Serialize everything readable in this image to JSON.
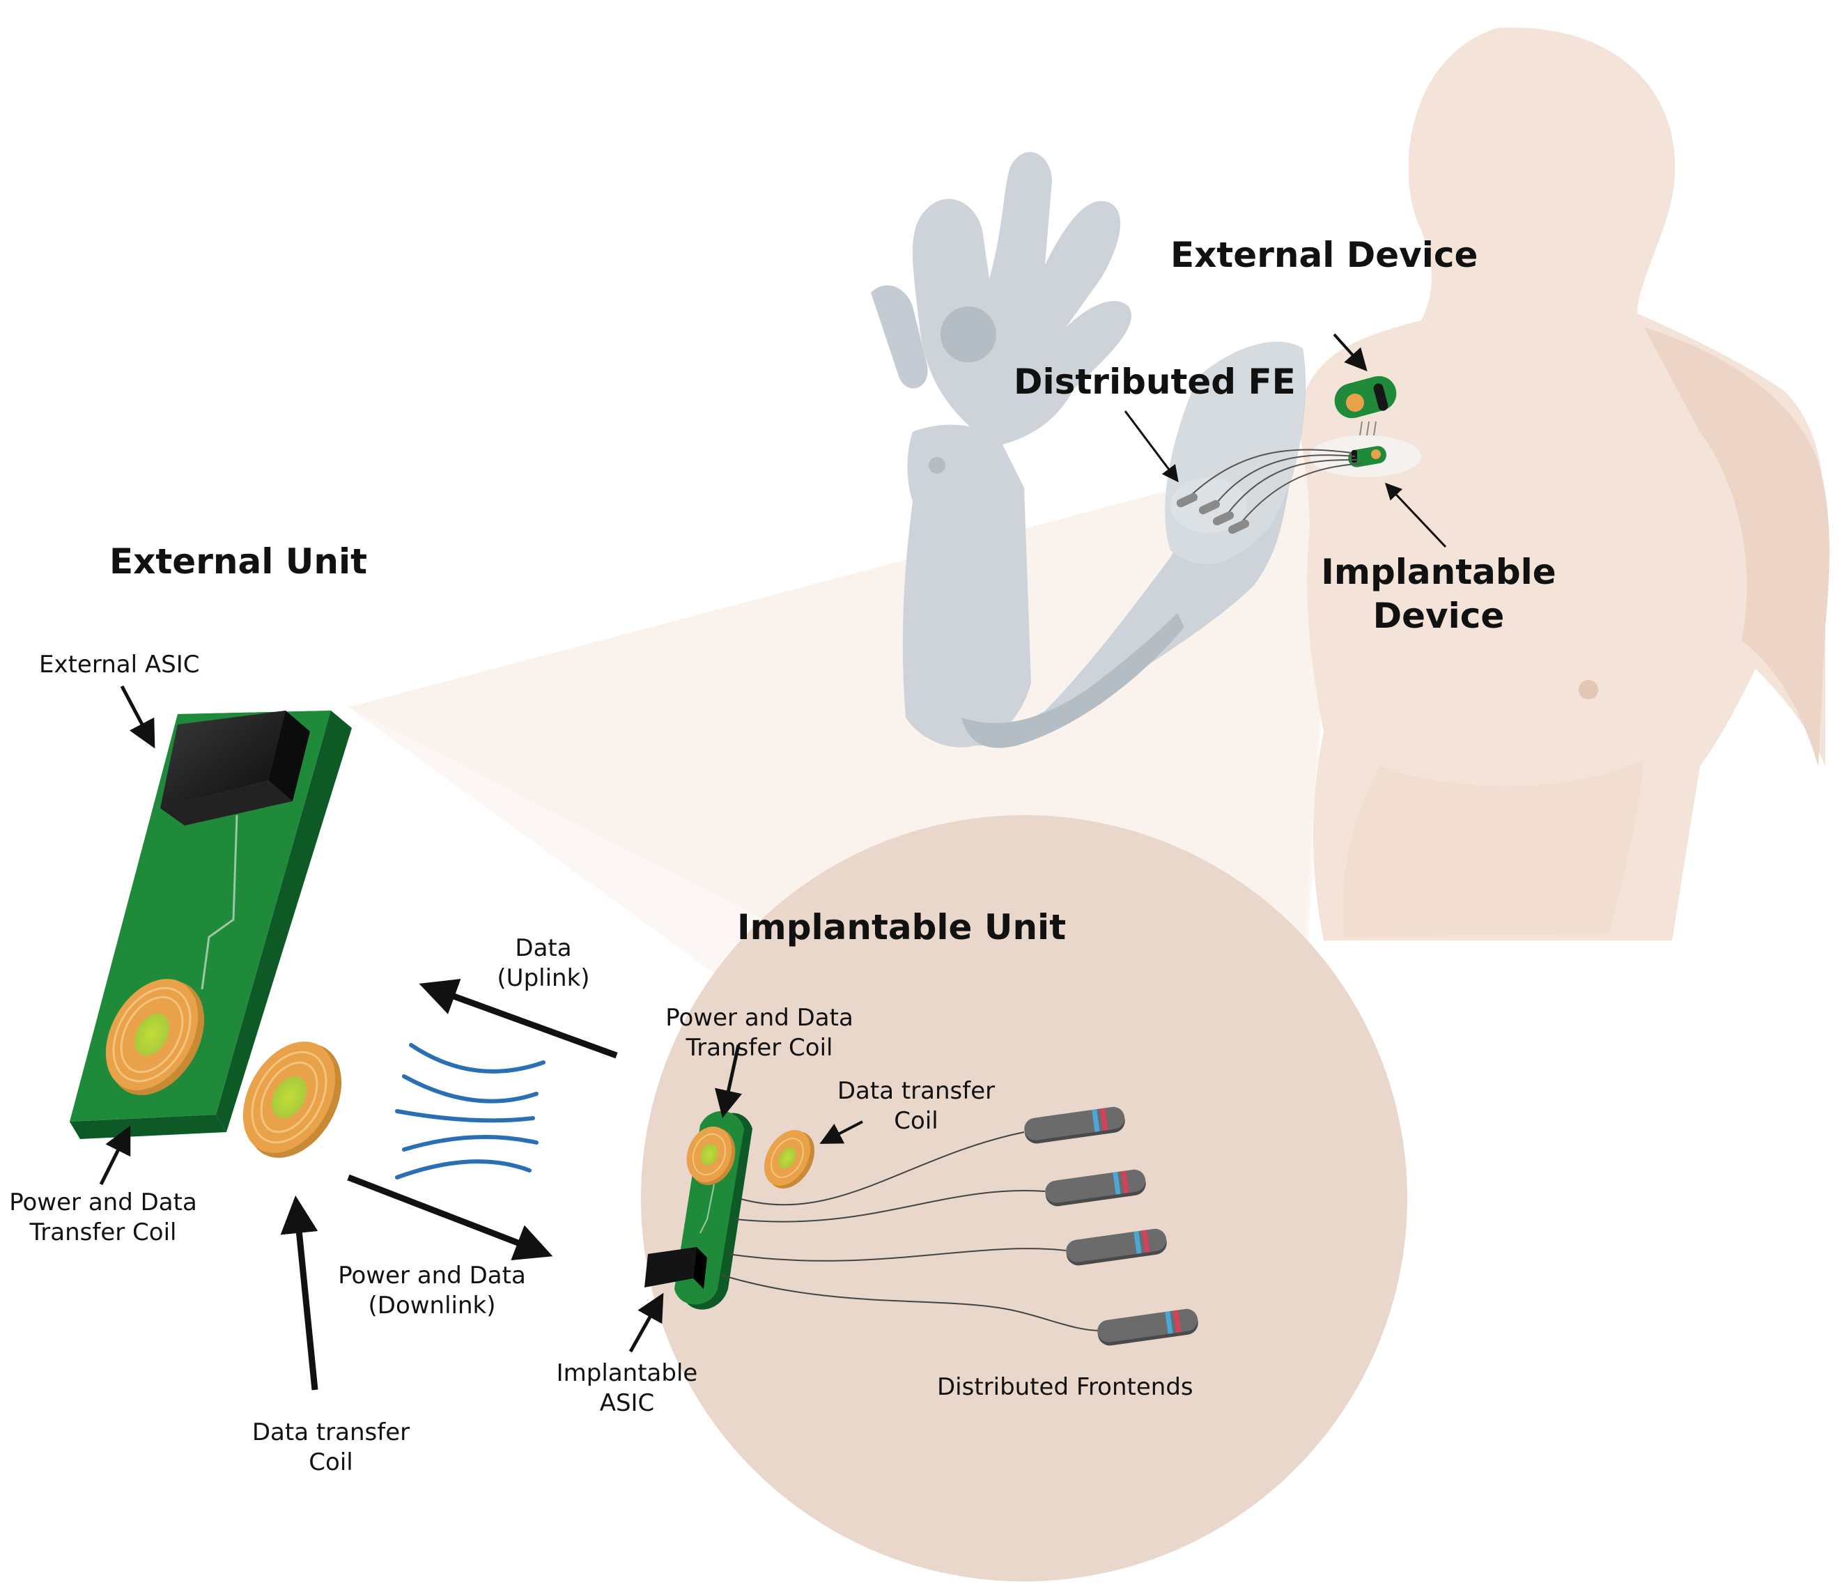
{
  "colors": {
    "skin": "#f4e3d8",
    "skin_shadow": "#ecd5c6",
    "prosthesis": "#cdd3d9",
    "prosthesis_shadow": "#b4bcc4",
    "zoom_circle": "#ead7cc",
    "pcb_green": "#1f8a3a",
    "pcb_dark": "#0e5a26",
    "coil_orange": "#e9a24a",
    "coil_center": "#a9cc3a",
    "chip_black": "#161616",
    "wave_blue": "#2a6fb6",
    "arrow": "#111111",
    "frontend_gray": "#6b6b6b",
    "band_blue": "#4aa8d8",
    "band_red": "#d6405a"
  },
  "icons": {
    "body": "human-torso-icon",
    "prosthesis": "prosthetic-arm-icon",
    "external_board": "external-pcb-icon",
    "implant_board": "implant-pcb-icon",
    "coil": "coil-icon",
    "chip": "asic-chip-icon",
    "frontend": "electrode-frontend-icon",
    "waves": "wireless-waves-icon"
  },
  "labels": {
    "external_unit": "External Unit",
    "external_asic": "External ASIC",
    "power_data_coil_ext_1": "Power and Data",
    "power_data_coil_ext_2": "Transfer Coil",
    "data_coil_ext_1": "Data transfer",
    "data_coil_ext_2": "Coil",
    "uplink_1": "Data",
    "uplink_2": "(Uplink)",
    "downlink_1": "Power and Data",
    "downlink_2": "(Downlink)",
    "implantable_unit": "Implantable Unit",
    "power_data_coil_imp_1": "Power and Data",
    "power_data_coil_imp_2": "Transfer Coil",
    "data_coil_imp_1": "Data transfer",
    "data_coil_imp_2": "Coil",
    "implantable_asic_1": "Implantable",
    "implantable_asic_2": "ASIC",
    "distributed_frontends": "Distributed Frontends",
    "external_device": "External Device",
    "distributed_fe": "Distributed FE",
    "implantable_device_1": "Implantable",
    "implantable_device_2": "Device"
  }
}
